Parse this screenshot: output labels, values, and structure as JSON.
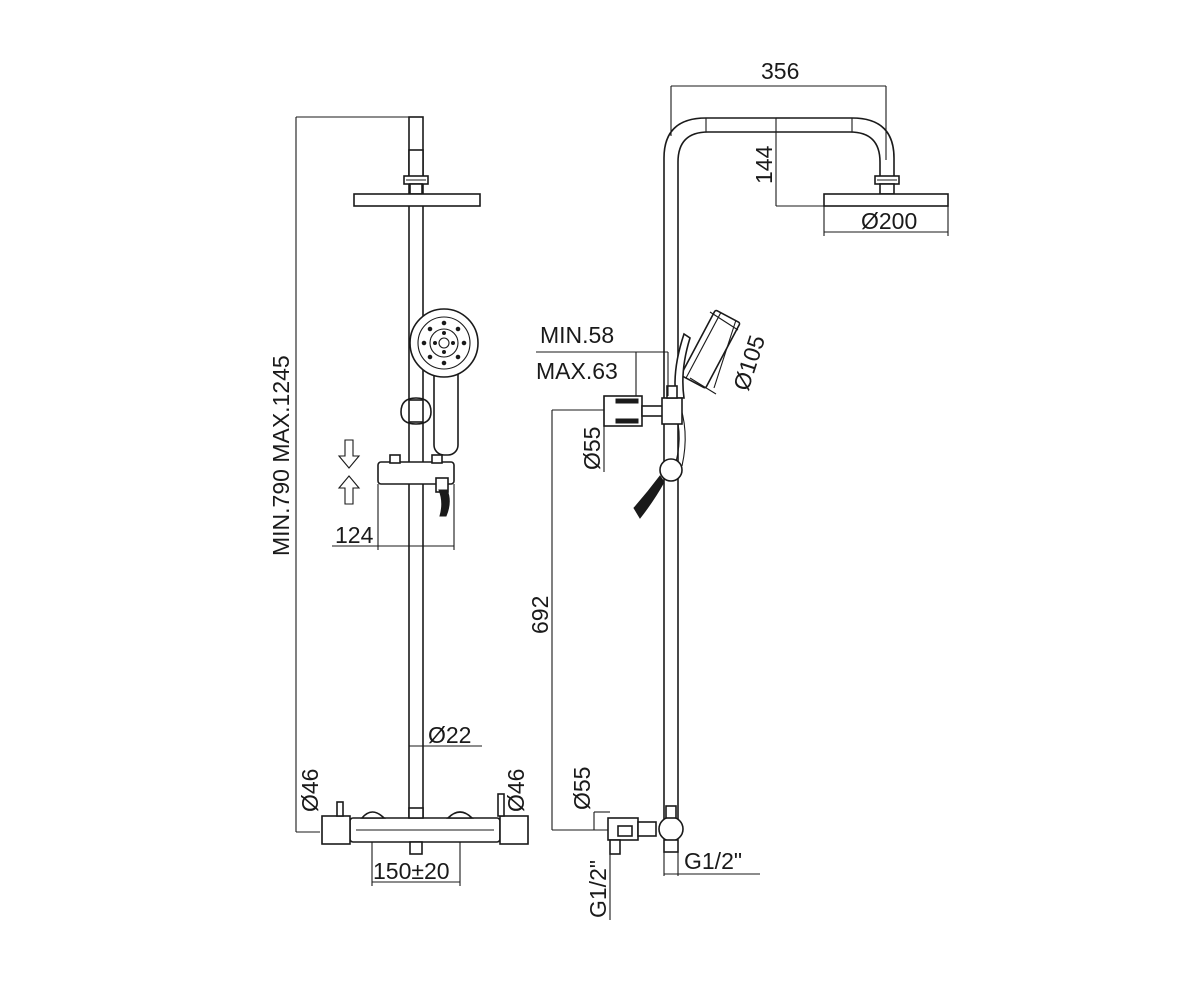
{
  "dimensions": {
    "height_range": "MIN.790  MAX.1245",
    "slider_travel": "124",
    "bar_diameter": "Ø22",
    "wall_left_diameter": "Ø46",
    "wall_right_diameter": "Ø46",
    "inlet_spacing": "150±20",
    "arm_projection": "356",
    "arm_height": "144",
    "head_diameter": "Ø200",
    "handshower_diameter": "Ø105",
    "bracket_min": "MIN.58",
    "bracket_max": "MAX.63",
    "bracket_diameter": "Ø55",
    "bracket_height": "692",
    "valve_diameter": "Ø55",
    "thread_left": "G1/2\"",
    "thread_right": "G1/2\""
  }
}
